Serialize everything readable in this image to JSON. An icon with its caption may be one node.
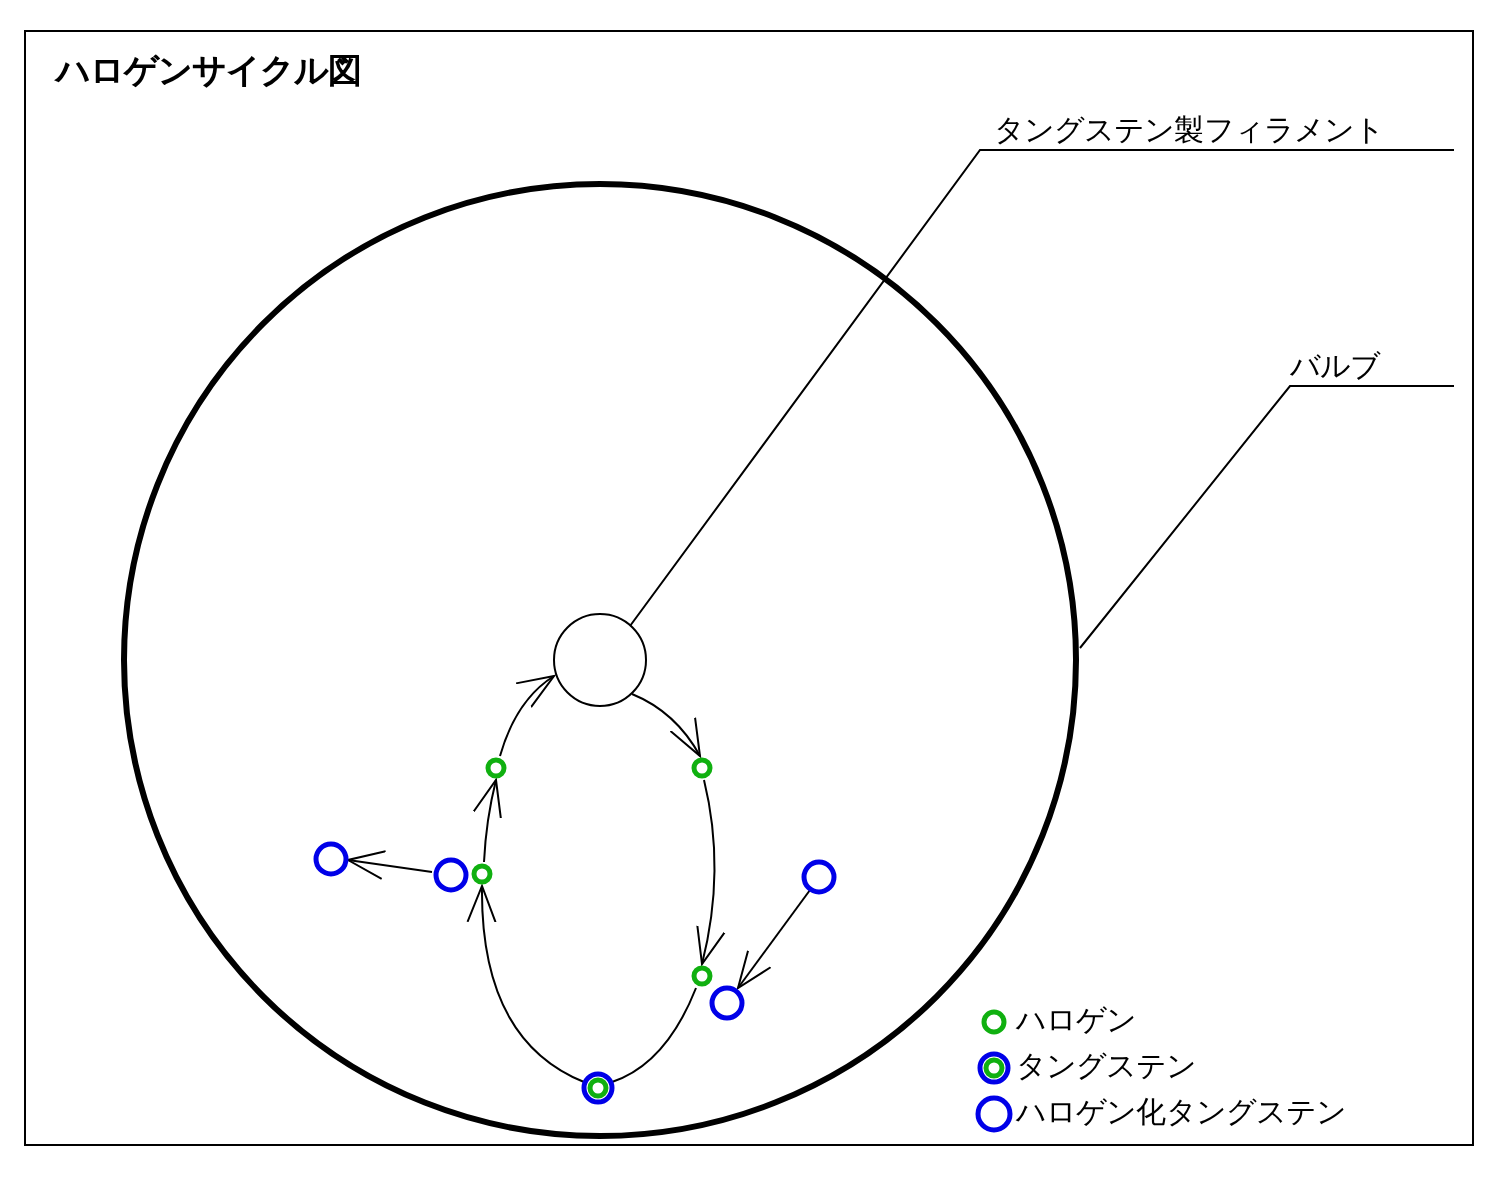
{
  "diagram": {
    "title": "ハロゲンサイクル図",
    "nodes": [
      {
        "text": [
          "タングステン製フィラメント"
        ]
      },
      {
        "text": [],
        "shape": "circle"
      },
      {
        "text": [
          "バルブ"
        ]
      },
      {
        "text": [],
        "shape": "circle",
        "in": 1
      },
      {
        "text": [],
        "shape": "circle",
        "in": 1
      },
      {
        "text": [],
        "shape": "circle",
        "in": 1
      },
      {
        "text": [],
        "shape": "circle",
        "in": 1
      },
      {
        "text": [],
        "shape": "circle",
        "in": 1
      },
      {
        "text": [],
        "shape": "circle",
        "in": 1
      },
      {
        "text": [],
        "shape": "circle",
        "in": 1
      },
      {
        "text": [],
        "shape": "circle",
        "in": 1
      },
      {
        "text": [],
        "shape": "circle",
        "in": 1
      },
      {
        "text": [],
        "shape": "circle",
        "in": 1
      }
    ],
    "edges": [
      {
        "from": 0,
        "to": 3,
        "arrow": "none"
      },
      {
        "from": 2,
        "to": 1,
        "arrow": "none"
      },
      {
        "from": 3,
        "to": 5,
        "arrow": "to"
      },
      {
        "from": 5,
        "to": 10,
        "arrow": "to"
      },
      {
        "from": 10,
        "to": 12,
        "arrow": "none"
      },
      {
        "from": 12,
        "to": 8,
        "arrow": "to"
      },
      {
        "from": 8,
        "to": 4,
        "arrow": "to"
      },
      {
        "from": 4,
        "to": 3,
        "arrow": "to"
      },
      {
        "from": 7,
        "to": 6,
        "arrow": "to"
      },
      {
        "from": 9,
        "to": 11,
        "arrow": "to"
      }
    ],
    "legend": [
      {
        "text": "ハロゲン"
      },
      {
        "text": "タングステン"
      },
      {
        "text": "ハロゲン化タングステン"
      }
    ]
  }
}
